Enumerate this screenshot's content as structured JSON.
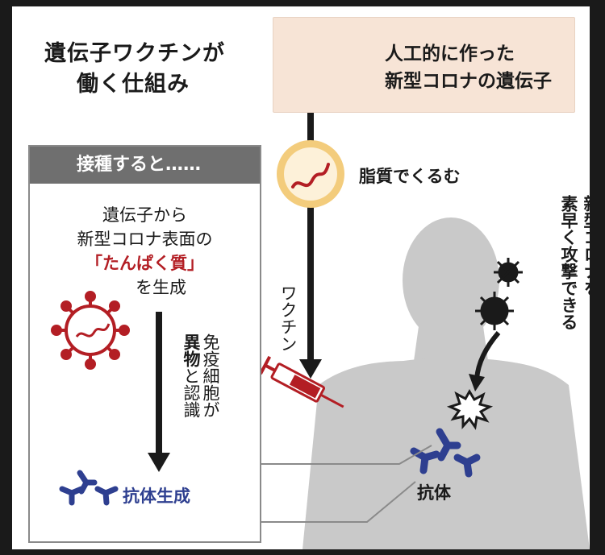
{
  "title": [
    "遺伝子ワクチンが",
    "働く仕組み"
  ],
  "top_box": {
    "lines": [
      "人工的に作った",
      "新型コロナの遺伝子"
    ]
  },
  "lipid_label": "脂質でくるむ",
  "vaccine_label": "ワクチン",
  "panel": {
    "header": "接種すると……",
    "desc_line1": "遺伝子から",
    "desc_line2": "新型コロナ表面の",
    "protein": "「たんぱく質」",
    "desc_line4": "を生成",
    "immune_col1": "免疫細胞が",
    "immune_bold": "異物",
    "immune_rest": "と認識",
    "antibody_production": "抗体生成"
  },
  "attack_text": [
    "新型コロナを",
    "素早く攻撃できる"
  ],
  "antibody": "抗体",
  "colors": {
    "rna_red": "#b31e24",
    "antibody_blue": "#2e3f90",
    "top_box_bg": "#f7e4d6",
    "panel_header": "#6f6f6f",
    "body_gray": "#c9c9c9",
    "lipid_yellow": "#f3cc7c"
  }
}
